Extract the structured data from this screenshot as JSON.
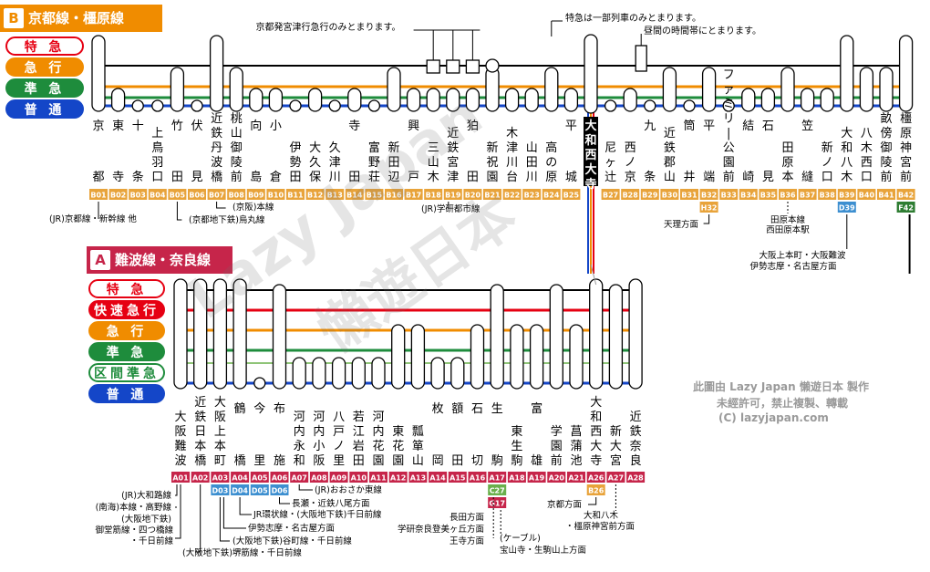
{
  "headerB": {
    "key": "B",
    "title": "京都線・橿原線"
  },
  "headerA": {
    "key": "A",
    "title": "難波線・奈良線"
  },
  "legendB": [
    {
      "label": "特 急",
      "fg": "#e60012",
      "bg": "#ffffff",
      "border": "#e60012"
    },
    {
      "label": "急 行",
      "fg": "#ffffff",
      "bg": "#f08c00",
      "border": "#f08c00"
    },
    {
      "label": "準 急",
      "fg": "#ffffff",
      "bg": "#1e8c3c",
      "border": "#1e8c3c"
    },
    {
      "label": "普 通",
      "fg": "#ffffff",
      "bg": "#1446c8",
      "border": "#1446c8"
    }
  ],
  "legendA": [
    {
      "label": "特 急",
      "fg": "#e60012",
      "bg": "#ffffff",
      "border": "#e60012"
    },
    {
      "label": "快速急行",
      "fg": "#ffffff",
      "bg": "#e60012",
      "border": "#e60012"
    },
    {
      "label": "急 行",
      "fg": "#ffffff",
      "bg": "#f08c00",
      "border": "#f08c00"
    },
    {
      "label": "準 急",
      "fg": "#ffffff",
      "bg": "#1e8c3c",
      "border": "#1e8c3c"
    },
    {
      "label": "区間準急",
      "fg": "#1e8c3c",
      "bg": "#ffffff",
      "border": "#1e8c3c"
    },
    {
      "label": "普 通",
      "fg": "#ffffff",
      "bg": "#1446c8",
      "border": "#1446c8"
    }
  ],
  "colors": {
    "red": "#e60012",
    "orange": "#f08c00",
    "green": "#1e8c3c",
    "blue": "#1446c8",
    "codeB": "#e8a33a",
    "codeA": "#c6254a",
    "subway": "#3d8fd0",
    "green2": "#6ab04c",
    "darkgreen": "#2e7d32"
  },
  "stationsB": [
    {
      "name": "京都",
      "code": "B01",
      "stops": "tegl"
    },
    {
      "name": "東寺",
      "code": "B02",
      "stops": "gl"
    },
    {
      "name": "十条",
      "code": "B03",
      "stops": "l"
    },
    {
      "name": "上鳥羽口",
      "code": "B04",
      "stops": "l"
    },
    {
      "name": "竹田",
      "code": "B05",
      "stops": "egl"
    },
    {
      "name": "伏見",
      "code": "B06",
      "stops": "l"
    },
    {
      "name": "近鉄丹波橋",
      "code": "B07",
      "stops": "tegl"
    },
    {
      "name": "桃山御陵前",
      "code": "B08",
      "stops": "egl"
    },
    {
      "name": "向島",
      "code": "B09",
      "stops": "gl"
    },
    {
      "name": "小倉",
      "code": "B10",
      "stops": "gl"
    },
    {
      "name": "伊勢田",
      "code": "B11",
      "stops": "l"
    },
    {
      "name": "大久保",
      "code": "B12",
      "stops": "gl"
    },
    {
      "name": "久津川",
      "code": "B13",
      "stops": "l"
    },
    {
      "name": "寺田",
      "code": "B14",
      "stops": "gl"
    },
    {
      "name": "富野荘",
      "code": "B15",
      "stops": "l"
    },
    {
      "name": "新田辺",
      "code": "B16",
      "stops": "egl"
    },
    {
      "name": "興戸",
      "code": "B17",
      "stops": "gl"
    },
    {
      "name": "三山木",
      "code": "B18",
      "stops": "gl"
    },
    {
      "name": "近鉄宮津",
      "code": "B19",
      "stops": "gl"
    },
    {
      "name": "狛田",
      "code": "B20",
      "stops": "gl"
    },
    {
      "name": "新祝園",
      "code": "B21",
      "stops": "egl"
    },
    {
      "name": "木津川台",
      "code": "B22",
      "stops": "gl"
    },
    {
      "name": "山田川",
      "code": "B23",
      "stops": "gl"
    },
    {
      "name": "高の原",
      "code": "B24",
      "stops": "egl"
    },
    {
      "name": "平城",
      "code": "B25",
      "stops": "gl"
    },
    {
      "name": "大和西大寺",
      "code": "",
      "stops": "tegl"
    },
    {
      "name": "尼ヶ辻",
      "code": "B27",
      "stops": "l"
    },
    {
      "name": "西ノ京",
      "code": "B28",
      "stops": "gl"
    },
    {
      "name": "九条",
      "code": "B29",
      "stops": "l"
    },
    {
      "name": "近鉄郡山",
      "code": "B30",
      "stops": "egl"
    },
    {
      "name": "筒井",
      "code": "B31",
      "stops": "l"
    },
    {
      "name": "平端",
      "code": "B32",
      "stops": "egl"
    },
    {
      "name": "ファミリー公園前",
      "code": "B33",
      "stops": "l"
    },
    {
      "name": "結崎",
      "code": "B34",
      "stops": "gl"
    },
    {
      "name": "石見",
      "code": "B35",
      "stops": "gl"
    },
    {
      "name": "田原本",
      "code": "B36",
      "stops": "egl"
    },
    {
      "name": "笠縫",
      "code": "B37",
      "stops": "gl"
    },
    {
      "name": "新ノ口",
      "code": "B38",
      "stops": "gl"
    },
    {
      "name": "大和八木",
      "code": "B39",
      "stops": "tegl"
    },
    {
      "name": "八木西口",
      "code": "B40",
      "stops": "egl"
    },
    {
      "name": "畝傍御陵前",
      "code": "B41",
      "stops": "egl"
    },
    {
      "name": "橿原神宮前",
      "code": "B42",
      "stops": "tegl"
    }
  ],
  "stationsA": [
    {
      "name": "大阪難波",
      "code": "A01",
      "stops": "trkgql"
    },
    {
      "name": "近鉄日本橋",
      "code": "A02",
      "stops": "trkgql"
    },
    {
      "name": "大阪上本町",
      "code": "A03",
      "stops": "trkgql"
    },
    {
      "name": "鶴橋",
      "code": "A04",
      "stops": "trkgql"
    },
    {
      "name": "今里",
      "code": "A05",
      "stops": "l"
    },
    {
      "name": "布施",
      "code": "A06",
      "stops": "rkgql"
    },
    {
      "name": "河内永和",
      "code": "A07",
      "stops": "ql"
    },
    {
      "name": "河内小阪",
      "code": "A08",
      "stops": "ql"
    },
    {
      "name": "八戸ノ里",
      "code": "A09",
      "stops": "ql"
    },
    {
      "name": "若江岩田",
      "code": "A10",
      "stops": "ql"
    },
    {
      "name": "河内花園",
      "code": "A11",
      "stops": "ql"
    },
    {
      "name": "東花園",
      "code": "A12",
      "stops": "kgql"
    },
    {
      "name": "瓢箪山",
      "code": "A13",
      "stops": "kgql"
    },
    {
      "name": "枚岡",
      "code": "A14",
      "stops": "ql"
    },
    {
      "name": "額田",
      "code": "A15",
      "stops": "ql"
    },
    {
      "name": "石切",
      "code": "A16",
      "stops": "kgql"
    },
    {
      "name": "生駒",
      "code": "A17",
      "stops": "rkgql"
    },
    {
      "name": "東生駒",
      "code": "A18",
      "stops": "kgql"
    },
    {
      "name": "富雄",
      "code": "A19",
      "stops": "kgql"
    },
    {
      "name": "学園前",
      "code": "A20",
      "stops": "rkgql"
    },
    {
      "name": "菖蒲池",
      "code": "A21",
      "stops": "kgql"
    },
    {
      "name": "大和西大寺",
      "code": "A26",
      "stops": "trkgql"
    },
    {
      "name": "新大宮",
      "code": "A27",
      "stops": "rkgql"
    },
    {
      "name": "近鉄奈良",
      "code": "A28",
      "stops": "trkgql"
    }
  ],
  "subCodesB": [
    {
      "code": "H32",
      "under": "B32",
      "color": "#e8a33a"
    },
    {
      "code": "D39",
      "under": "B39",
      "color": "#3d8fd0"
    },
    {
      "code": "F42",
      "under": "B42",
      "color": "#2e7d32"
    }
  ],
  "subCodesA": [
    {
      "code": "D03",
      "under": "A03",
      "color": "#3d8fd0"
    },
    {
      "code": "D04",
      "under": "A04",
      "color": "#3d8fd0"
    },
    {
      "code": "D05",
      "under": "A05",
      "color": "#3d8fd0"
    },
    {
      "code": "D06",
      "under": "A06",
      "color": "#3d8fd0"
    },
    {
      "code": "C27",
      "under": "A17",
      "color": "#6ab04c"
    },
    {
      "code": "G17",
      "under": "A17",
      "color": "#c6254a"
    },
    {
      "code": "B26",
      "under": "A26",
      "color": "#e8a33a"
    }
  ],
  "notesB": [
    "京都発宮津行急行のみとまります。",
    "特急は一部列車のみとまります。",
    "昼間の時間帯にとまります。"
  ],
  "transfersB": [
    "(JR)京都線・新幹線 他",
    "(京阪)本線",
    "(京都地下鉄)烏丸線",
    "(JR)学研都市線",
    "天理方面",
    "田原本線",
    "西田原本駅",
    "大阪上本町・大阪難波",
    "伊勢志摩・名古屋方面"
  ],
  "transfersA": [
    "(JR)大和路線",
    "(南海)本線・高野線",
    "(大阪地下鉄)",
    "御堂筋線・四つ橋線",
    "・千日前線",
    "(大阪地下鉄)堺筋線・千日前線",
    "(大阪地下鉄)谷町線・千日前線",
    "伊勢志摩・名古屋方面",
    "JR環状線・(大阪地下鉄)千日前線",
    "長瀬・近鉄八尾方面",
    "(JR)おおさか東線",
    "長田方面",
    "学研奈良登美ヶ丘方面",
    "王寺方面",
    "(ケーブル)",
    "宝山寺・生駒山上方面",
    "京都方面",
    "大和八木",
    "・橿原神宮前方面"
  ],
  "watermark": {
    "line1": "Lazy Japan",
    "line2": "懶遊日本"
  },
  "credit": [
    "此圖由 Lazy Japan 懶遊日本 製作",
    "未經許可，禁止複製、轉載",
    "(C) lazyjapan.com"
  ]
}
